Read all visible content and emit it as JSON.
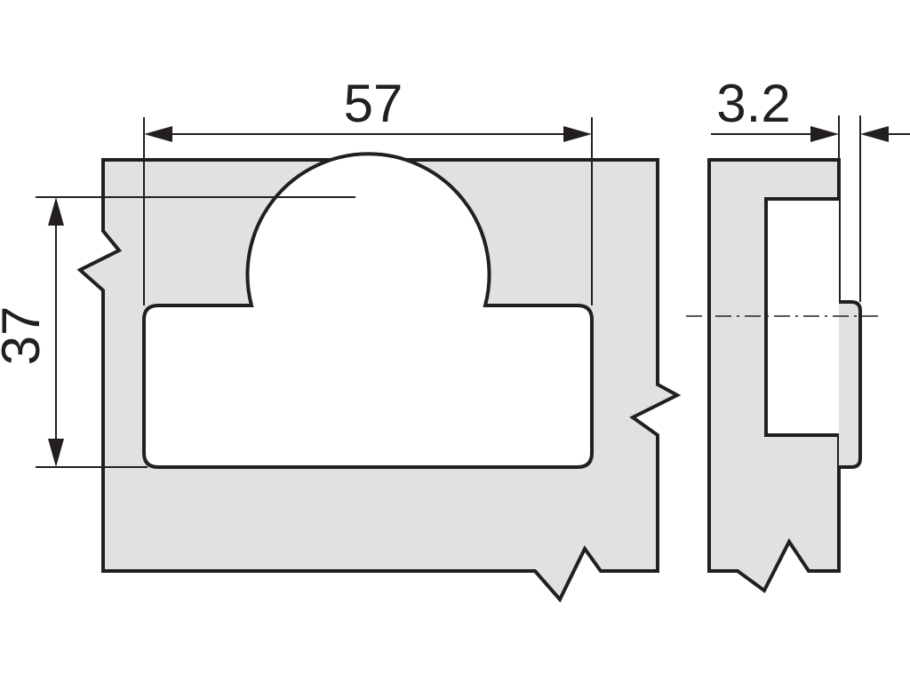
{
  "dimensions": {
    "width_label": "57",
    "height_label": "37",
    "depth_label": "3.2"
  },
  "colors": {
    "line": "#231f20",
    "part_fill": "#e0e1e1",
    "cutout_fill": "#ffffff",
    "background": "#ffffff"
  }
}
